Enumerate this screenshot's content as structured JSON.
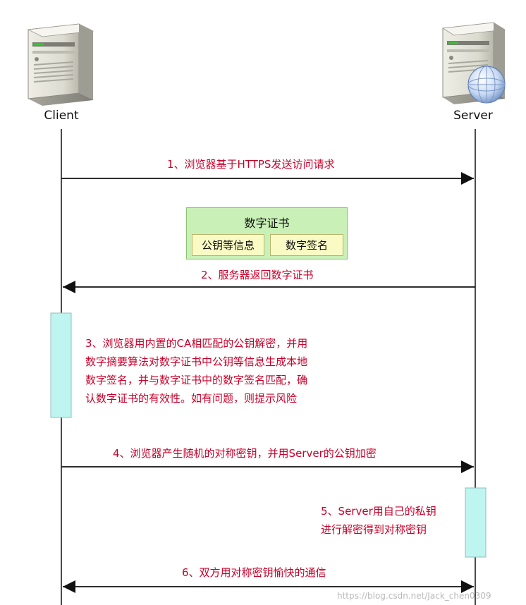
{
  "actors": {
    "client": "Client",
    "server": "Server"
  },
  "messages": [
    {
      "text": "1、浏览器基于HTTPS发送访问请求",
      "direction": "client-to-server"
    },
    {
      "text": "2、服务器返回数字证书",
      "direction": "server-to-client"
    },
    {
      "text": "4、浏览器产生随机的对称密钥，并用Server的公钥加密",
      "direction": "client-to-server"
    },
    {
      "text": "6、双方用对称密钥愉快的通信",
      "direction": "both"
    }
  ],
  "certificate": {
    "title": "数字证书",
    "fields": [
      "公钥等信息",
      "数字签名"
    ]
  },
  "notes": {
    "client_step3": [
      "3、浏览器用内置的CA相匹配的公钥解密，并用",
      "数字摘要算法对数字证书中公钥等信息生成本地",
      "数字签名，并与数字证书中的数字签名匹配，确",
      "认数字证书的有效性。如有问题，则提示风险"
    ],
    "server_step5": [
      "5、Server用自己的私钥",
      "进行解密得到对称密钥"
    ]
  },
  "colors": {
    "message_text": "#c8002a",
    "activation_fill": "#bff5f1",
    "certificate_fill": "#c9f0b7",
    "certificate_cell_fill": "#fafbc4",
    "lifeline": "#111111"
  },
  "watermark": "https://blog.csdn.net/Jack_chen0309"
}
